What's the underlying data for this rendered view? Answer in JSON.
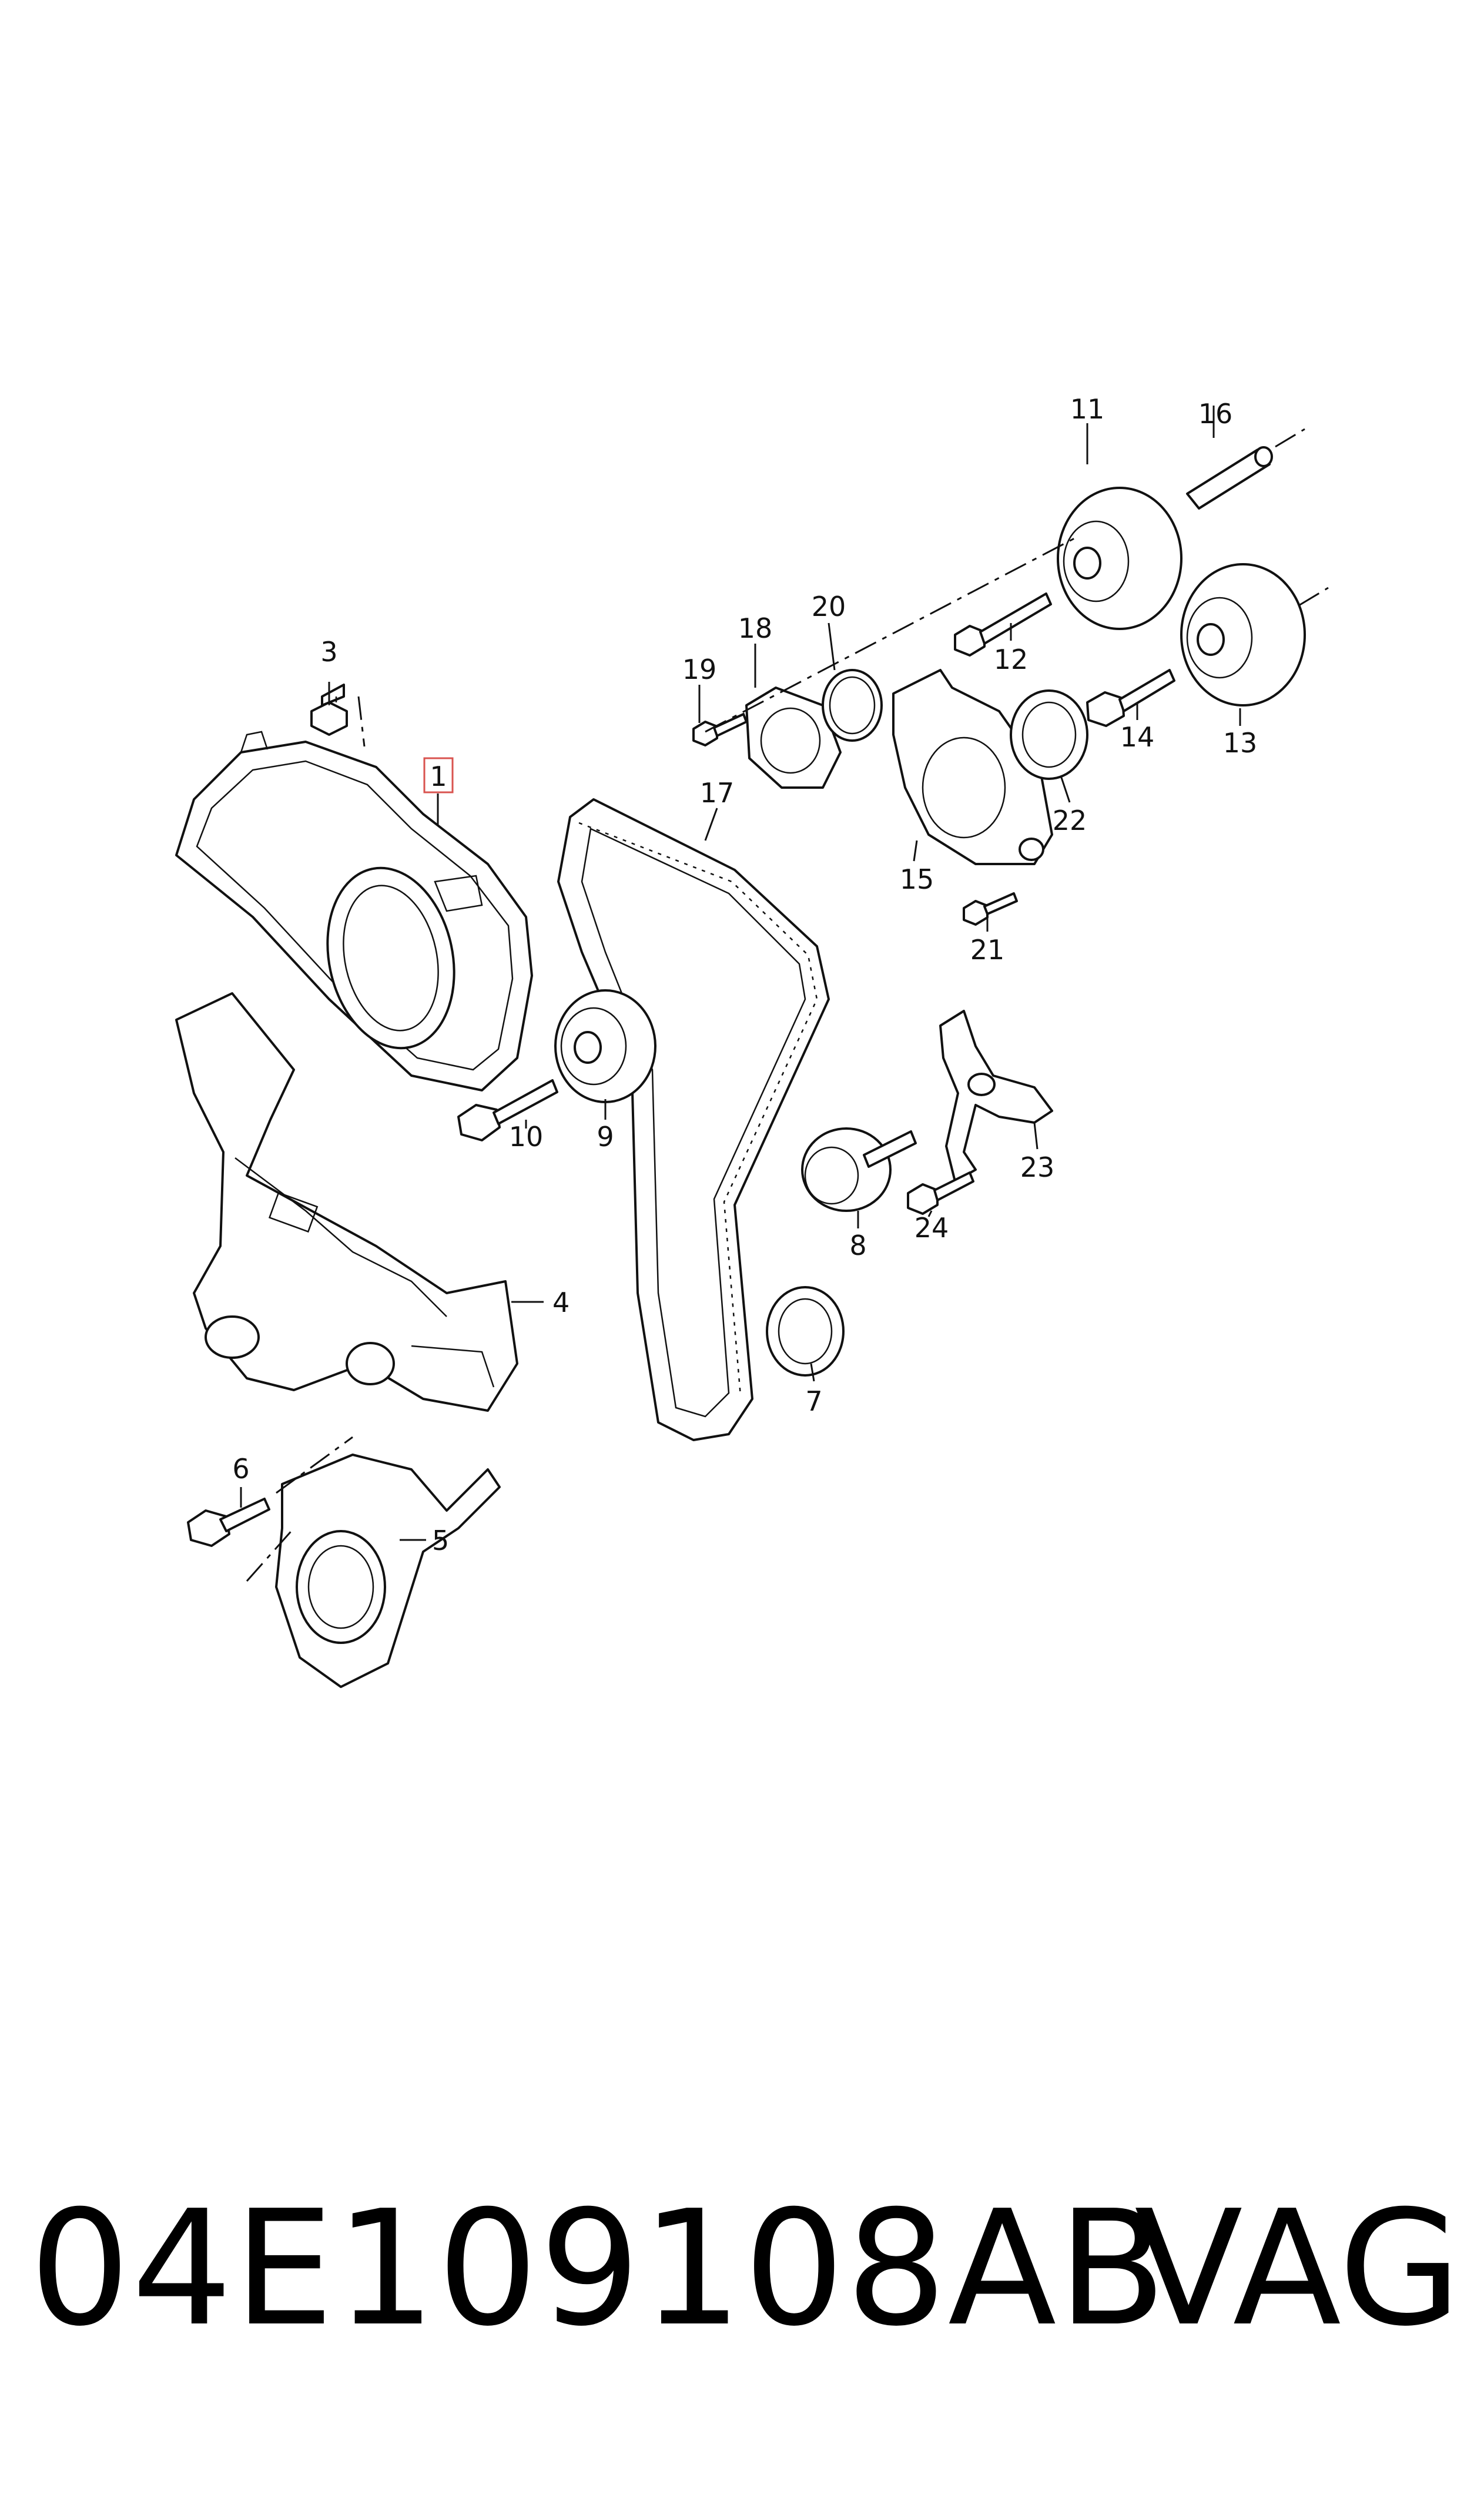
{
  "callouts": {
    "c1": "1",
    "c3": "3",
    "c4": "4",
    "c5": "5",
    "c6": "6",
    "c7": "7",
    "c8": "8",
    "c9": "9",
    "c10": "10",
    "c11": "11",
    "c12": "12",
    "c13": "13",
    "c14": "14",
    "c15": "15",
    "c16": "16",
    "c17": "17",
    "c18": "18",
    "c19": "19",
    "c20": "20",
    "c21": "21",
    "c22": "22",
    "c23": "23",
    "c24": "24"
  },
  "highlight_color": "#d9534f",
  "footer": {
    "part_number": "04E109108AB",
    "brand": "VAG"
  }
}
